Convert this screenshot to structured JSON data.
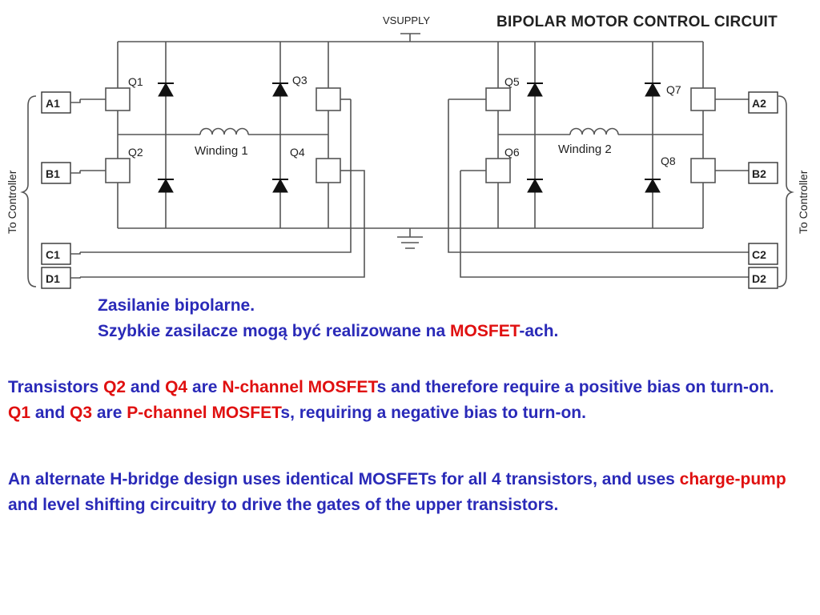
{
  "diagram": {
    "title": "BIPOLAR MOTOR CONTROL CIRCUIT",
    "supply_label": "VSUPPLY",
    "controller_label_left": "To Controller",
    "controller_label_right": "To Controller",
    "inputs_left": [
      "A1",
      "B1",
      "C1",
      "D1"
    ],
    "inputs_right": [
      "A2",
      "B2",
      "C2",
      "D2"
    ],
    "transistors": [
      "Q1",
      "Q2",
      "Q3",
      "Q4",
      "Q5",
      "Q6",
      "Q7",
      "Q8"
    ],
    "windings": [
      "Winding 1",
      "Winding 2"
    ]
  },
  "text": {
    "polish_line1": "Zasilanie bipolarne.",
    "polish_line2_a": "Szybkie zasilacze mogą być realizowane na ",
    "polish_line2_b": "MOSFET",
    "polish_line2_c": "-ach.",
    "p1_a": "Transistors ",
    "p1_b": "Q2",
    "p1_c": " and ",
    "p1_d": "Q4",
    "p1_e": " are ",
    "p1_f": "N-channel MOSFET",
    "p1_g": "s and therefore require a positive bias on turn-on.",
    "p2_a": "Q1",
    "p2_b": " and ",
    "p2_c": "Q3",
    "p2_d": " are ",
    "p2_e": "P-channel MOSFET",
    "p2_f": "s, requiring a negative bias to turn-on.",
    "p3_a": "An alternate H-bridge design uses identical MOSFETs for all 4 transistors, and uses ",
    "p3_b": "charge-pump",
    "p3_c": " and level shifting circuitry to drive the gates of the upper transistors."
  },
  "colors": {
    "text_blue": "#2a2ab8",
    "highlight_red": "#e01010"
  }
}
